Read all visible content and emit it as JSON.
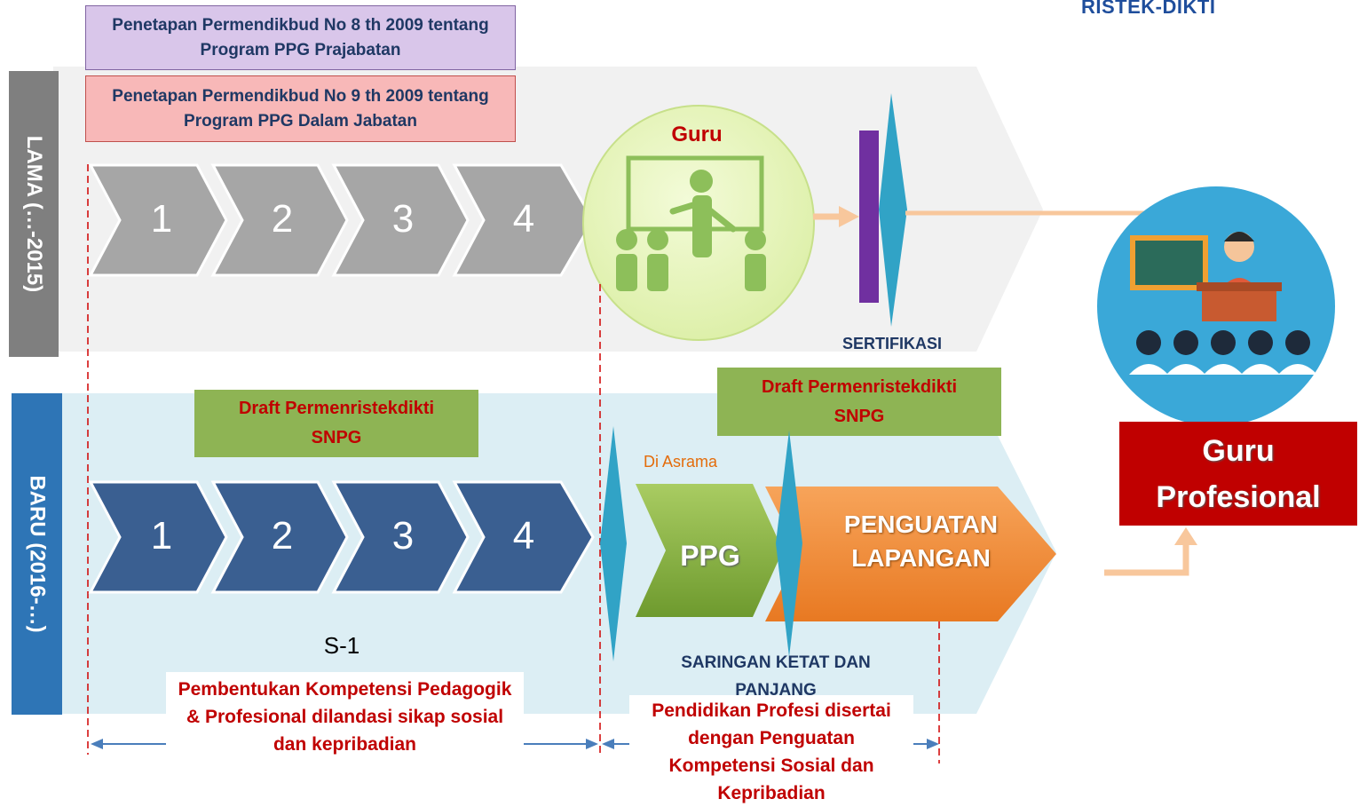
{
  "logo_text": "RISTEK-DIKTI",
  "colors": {
    "old_band": "#f1f1f1",
    "new_band": "#dceef4",
    "old_chevron": "#a6a6a6",
    "new_chevron": "#3a5f91",
    "old_label": "#7f7f7f",
    "new_label": "#2e75b6",
    "green_box": "#8eb454",
    "red_text": "#c00000",
    "title_red": "#c00000",
    "purple_box": "#d9c6ea",
    "pink_box": "#f8b8b8",
    "cert_bar": "#7030a0",
    "diamond": "#31a3c6",
    "arrow_orange": "#f8c79c"
  },
  "old_row": {
    "label": "LAMA (…-2015)",
    "reg1": "Penetapan Permendikbud No 8 th 2009 tentang Program PPG Prajabatan",
    "reg2": "Penetapan Permendikbud No 9 th 2009 tentang Program PPG Dalam Jabatan",
    "steps": [
      "1",
      "2",
      "3",
      "4"
    ],
    "guru_label": "Guru",
    "guru_icon": "teacher-classroom-icon",
    "cert_label": "SERTIFIKASI"
  },
  "new_row": {
    "label": "BARU (2016-…)",
    "draft1": "Draft Permenristekdikti SNPG",
    "draft2": "Draft Permenristekdikti SNPG",
    "steps": [
      "1",
      "2",
      "3",
      "4"
    ],
    "asrama": "Di Asrama",
    "ppg": "PPG",
    "penguatan": "PENGUATAN LAPANGAN",
    "s1": "S-1",
    "saringan": "SARINGAN KETAT DAN PANJANG",
    "pembentukan": "Pembentukan  Kompetensi Pedagogik & Profesional dilandasi sikap sosial dan kepribadian",
    "pendidikan": "Pendidikan Profesi disertai dengan Penguatan Kompetensi Sosial dan Kepribadian"
  },
  "result": {
    "icon": "teacher-audience-icon",
    "label": "Guru Profesional"
  }
}
